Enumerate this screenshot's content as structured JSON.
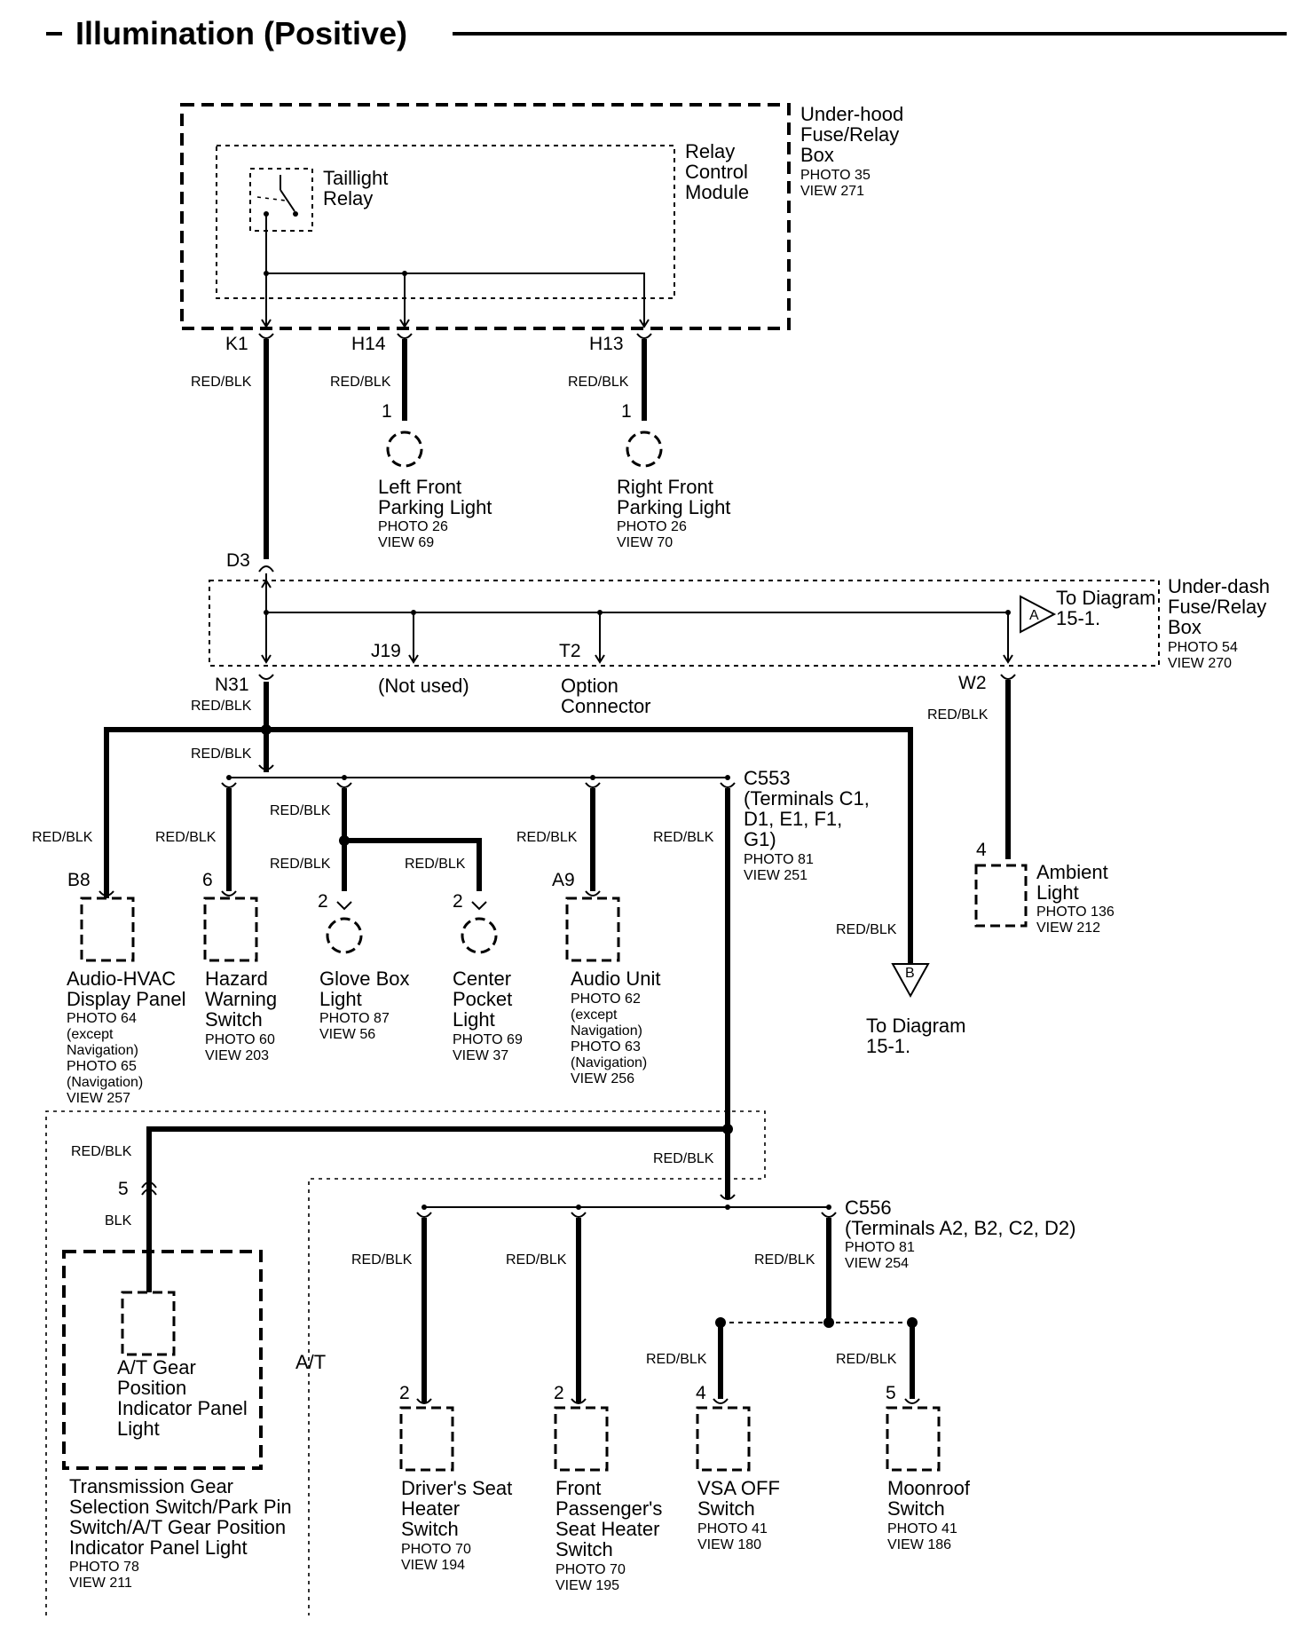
{
  "title": "Illumination (Positive)",
  "wire_color": "RED/BLK",
  "wire_color_blk": "BLK",
  "boxes": {
    "underhood": {
      "name": [
        "Under-hood",
        "Fuse/Relay",
        "Box"
      ],
      "refs": [
        "PHOTO 35",
        "VIEW 271"
      ]
    },
    "relay_module": {
      "name": [
        "Relay",
        "Control",
        "Module"
      ]
    },
    "taillight_relay": {
      "name": [
        "Taillight",
        "Relay"
      ]
    },
    "underdash": {
      "name": [
        "Under-dash",
        "Fuse/Relay",
        "Box"
      ],
      "refs": [
        "PHOTO 54",
        "VIEW 270"
      ]
    }
  },
  "terminals": {
    "k1": "K1",
    "h14": "H14",
    "h13": "H13",
    "d3": "D3",
    "j19": "J19",
    "t2": "T2",
    "n31": "N31",
    "w2": "W2",
    "b8": "B8",
    "a9": "A9"
  },
  "notes": {
    "not_used": "(Not used)",
    "option_connector": [
      "Option",
      "Connector"
    ],
    "to_diagram_a": [
      "To Diagram",
      "15-1."
    ],
    "to_diagram_b": [
      "To Diagram",
      "15-1."
    ],
    "connector_a": "A",
    "connector_b": "B",
    "at": "A/T"
  },
  "connectors": {
    "c553": {
      "name": [
        "C553",
        "(Terminals C1,",
        "D1, E1, F1,",
        "G1)"
      ],
      "refs": [
        "PHOTO 81",
        "VIEW 251"
      ]
    },
    "c556": {
      "name": [
        "C556",
        "(Terminals A2, B2, C2, D2)"
      ],
      "refs": [
        "PHOTO 81",
        "VIEW 254"
      ]
    }
  },
  "components": {
    "left_front_parking": {
      "pin": "1",
      "name": [
        "Left Front",
        "Parking Light"
      ],
      "refs": [
        "PHOTO 26",
        "VIEW 69"
      ]
    },
    "right_front_parking": {
      "pin": "1",
      "name": [
        "Right Front",
        "Parking Light"
      ],
      "refs": [
        "PHOTO 26",
        "VIEW 70"
      ]
    },
    "audio_hvac": {
      "name": [
        "Audio-HVAC",
        "Display Panel"
      ],
      "refs": [
        "PHOTO 64",
        "(except",
        "Navigation)",
        "PHOTO 65",
        "(Navigation)",
        "VIEW 257"
      ]
    },
    "hazard": {
      "pin": "6",
      "name": [
        "Hazard",
        "Warning",
        "Switch"
      ],
      "refs": [
        "PHOTO 60",
        "VIEW 203"
      ]
    },
    "glove_box": {
      "pin": "2",
      "name": [
        "Glove Box",
        "Light"
      ],
      "refs": [
        "PHOTO 87",
        "VIEW 56"
      ]
    },
    "center_pocket": {
      "pin": "2",
      "name": [
        "Center",
        "Pocket",
        "Light"
      ],
      "refs": [
        "PHOTO 69",
        "VIEW 37"
      ]
    },
    "audio_unit": {
      "name": [
        "Audio Unit"
      ],
      "refs": [
        "PHOTO 62",
        "(except",
        "Navigation)",
        "PHOTO 63",
        "(Navigation)",
        "VIEW 256"
      ]
    },
    "ambient": {
      "pin": "4",
      "name": [
        "Ambient",
        "Light"
      ],
      "refs": [
        "PHOTO 136",
        "VIEW 212"
      ]
    },
    "at_gear_light": {
      "name": [
        "A/T Gear",
        "Position",
        "Indicator Panel",
        "Light"
      ]
    },
    "trans_gear_switch": {
      "pin": "5",
      "name": [
        "Transmission Gear",
        "Selection Switch/Park Pin",
        "Switch/A/T Gear Position",
        "Indicator Panel Light"
      ],
      "refs": [
        "PHOTO 78",
        "VIEW 211"
      ]
    },
    "driver_seat_heater": {
      "pin": "2",
      "name": [
        "Driver's Seat",
        "Heater",
        "Switch"
      ],
      "refs": [
        "PHOTO 70",
        "VIEW 194"
      ]
    },
    "front_passenger_heater": {
      "pin": "2",
      "name": [
        "Front",
        "Passenger's",
        "Seat Heater",
        "Switch"
      ],
      "refs": [
        "PHOTO 70",
        "VIEW 195"
      ]
    },
    "vsa_off": {
      "pin": "4",
      "name": [
        "VSA OFF",
        "Switch"
      ],
      "refs": [
        "PHOTO 41",
        "VIEW 180"
      ]
    },
    "moonroof": {
      "pin": "5",
      "name": [
        "Moonroof",
        "Switch"
      ],
      "refs": [
        "PHOTO 41",
        "VIEW 186"
      ]
    }
  }
}
